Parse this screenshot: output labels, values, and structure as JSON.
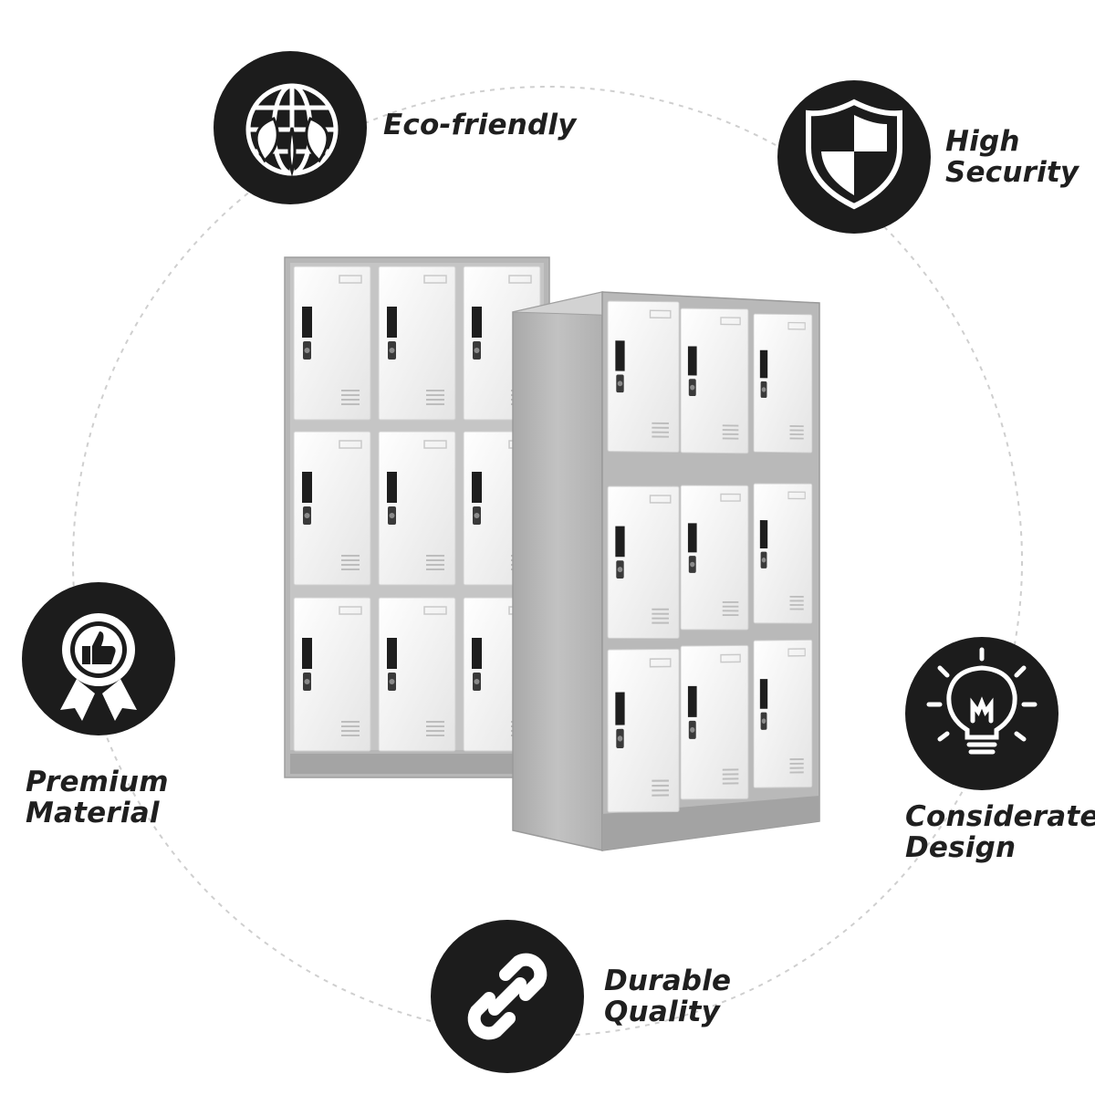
{
  "features": [
    {
      "id": "eco",
      "icon": "globe-leaf-icon",
      "lines": [
        "Eco-friendly"
      ]
    },
    {
      "id": "security",
      "icon": "shield-icon",
      "lines": [
        "High",
        "Security"
      ]
    },
    {
      "id": "premium",
      "icon": "thumbs-up-badge-icon",
      "lines": [
        "Premium",
        "Material"
      ]
    },
    {
      "id": "design",
      "icon": "lightbulb-icon",
      "lines": [
        "Considerate",
        "Design"
      ]
    },
    {
      "id": "durable",
      "icon": "chain-link-icon",
      "lines": [
        "Durable",
        "Quality"
      ]
    }
  ],
  "colors": {
    "background": "#ffffff",
    "icon_circle": "#1c1c1c",
    "dashed_ring": "#cfcfcf",
    "cabinet_body": "#b4b4b4",
    "door_face": "#f1f1f1",
    "label_text": "#1f1f1f"
  },
  "product": {
    "name": "9-door steel locker",
    "units_shown": 2,
    "doors_per_unit": 9
  }
}
